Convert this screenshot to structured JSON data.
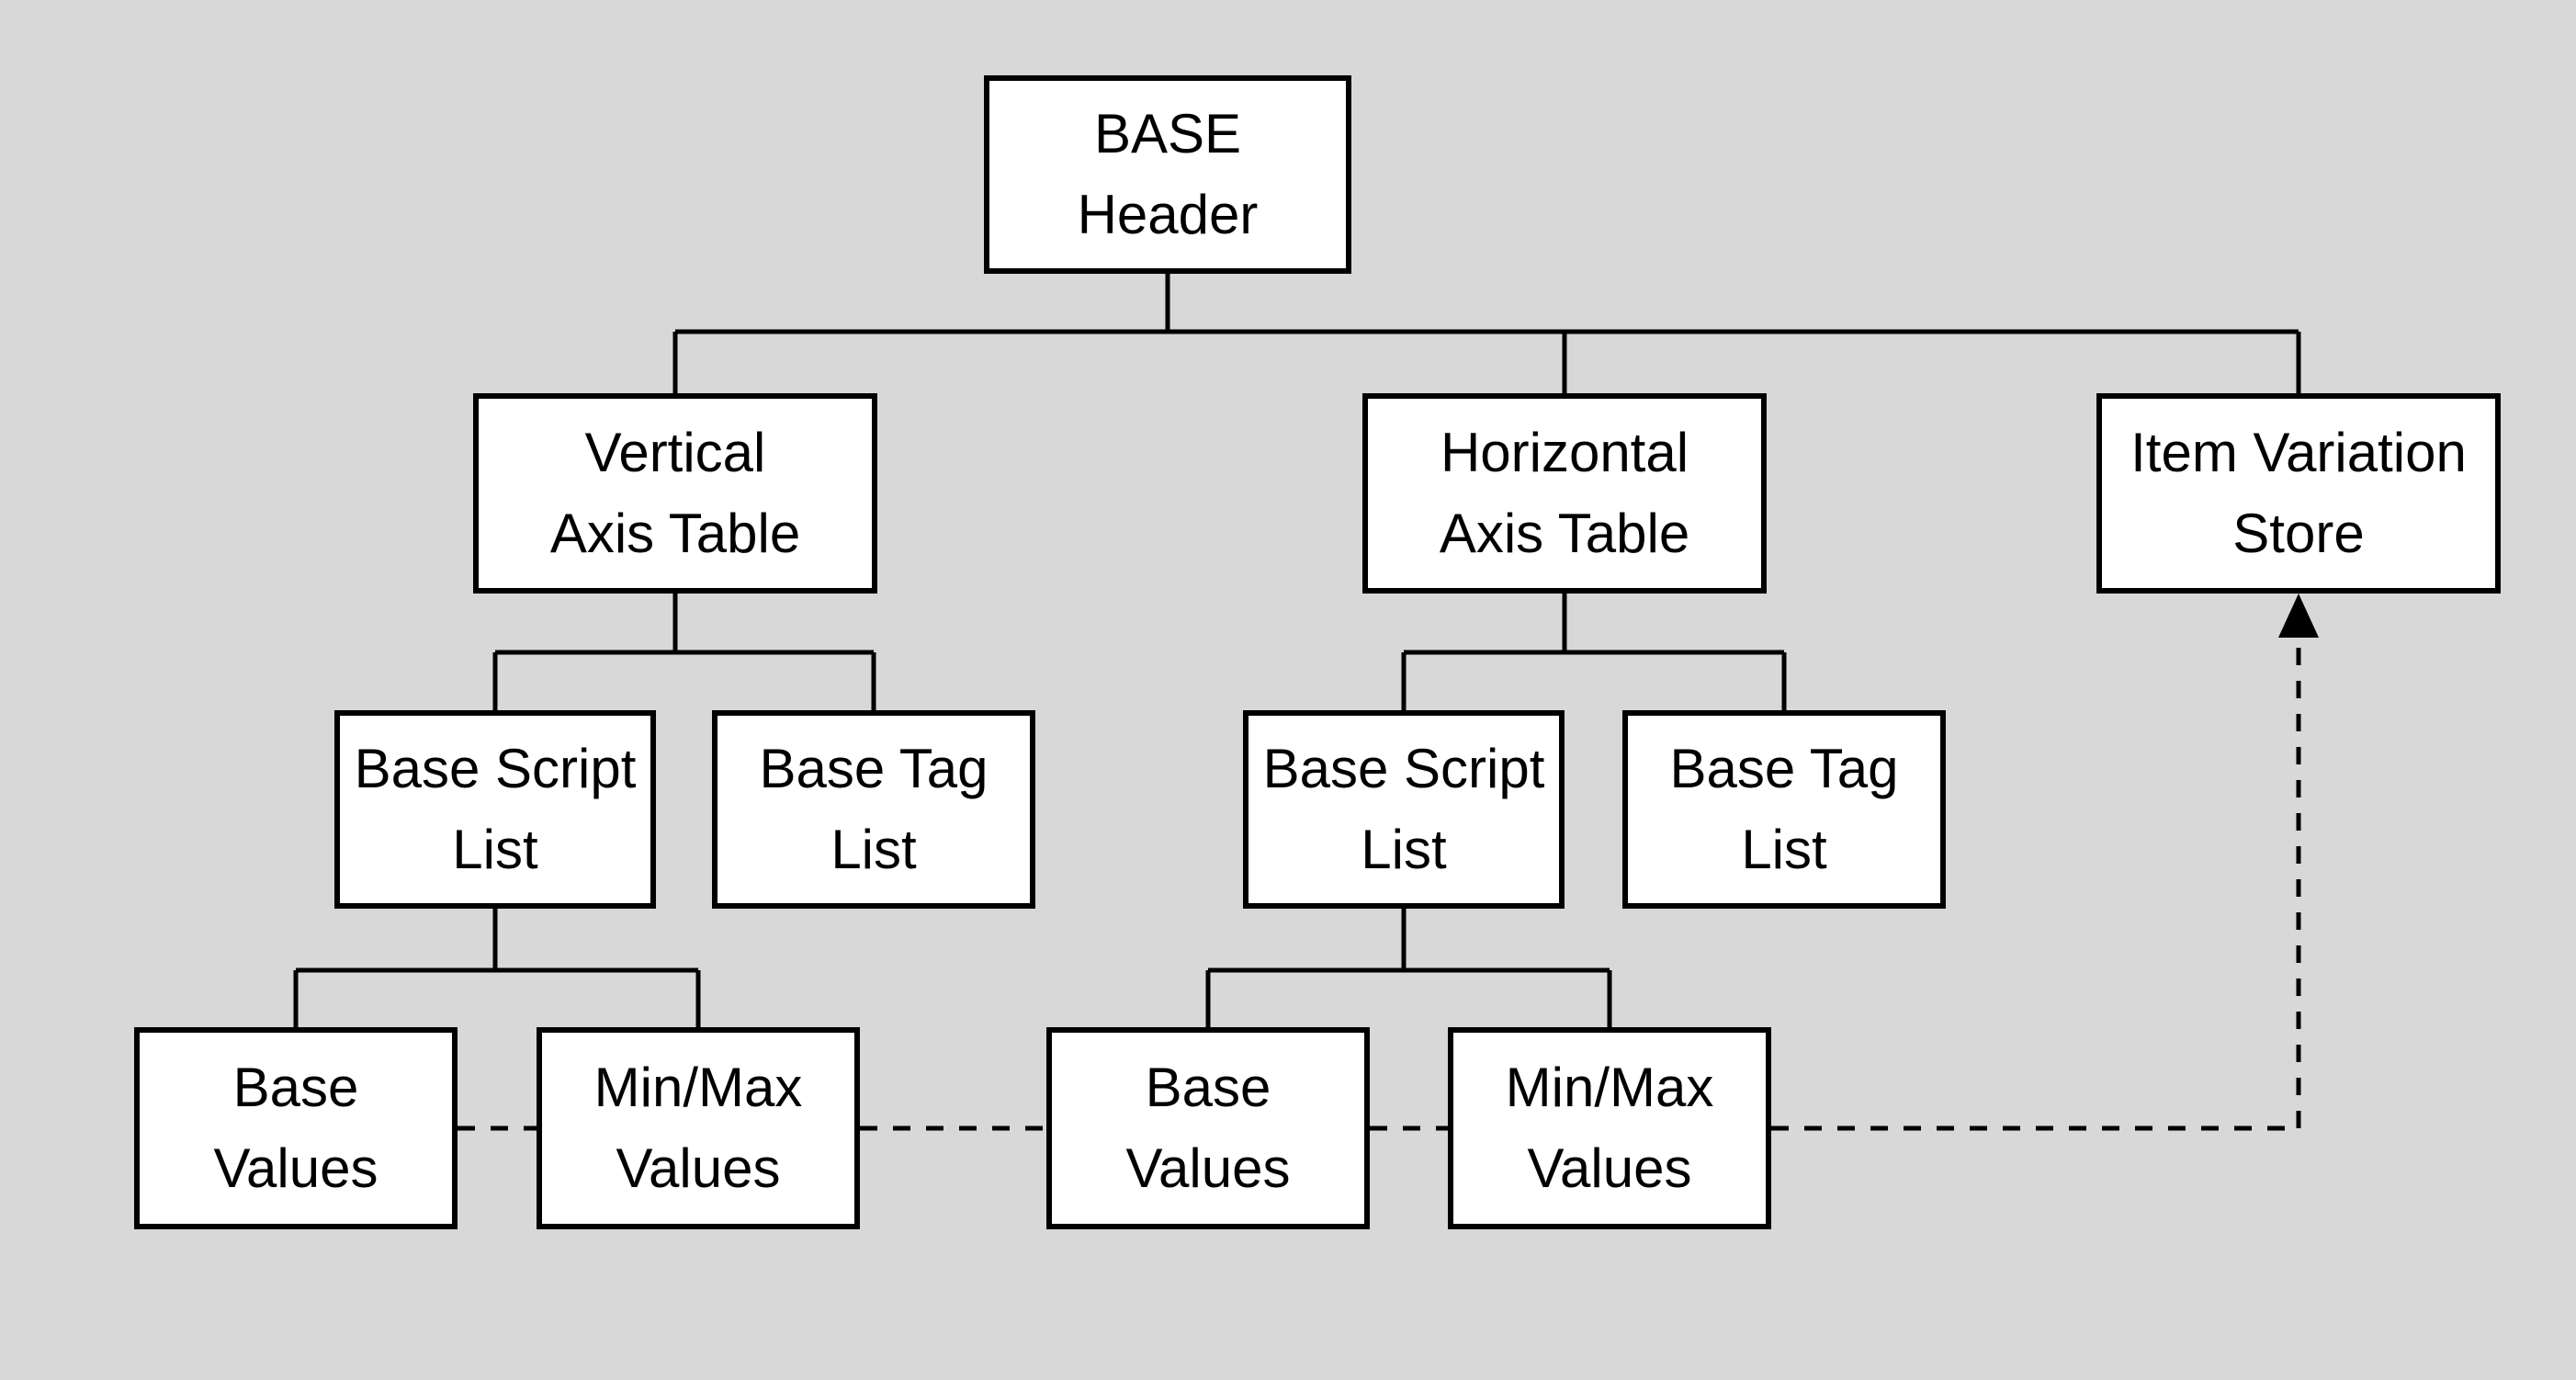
{
  "diagram": {
    "colors": {
      "background": "#d8d8d8",
      "node_fill": "#ffffff",
      "node_border": "#000000",
      "text": "#000000",
      "line": "#000000"
    },
    "nodes": {
      "base_header": {
        "label": "BASE\nHeader"
      },
      "vertical_axis_table": {
        "label": "Vertical\nAxis Table"
      },
      "horizontal_axis_table": {
        "label": "Horizontal\nAxis Table"
      },
      "item_variation_store": {
        "label": "Item Variation\nStore"
      },
      "vertical_base_script_list": {
        "label": "Base Script\nList"
      },
      "vertical_base_tag_list": {
        "label": "Base Tag\nList"
      },
      "horizontal_base_script_list": {
        "label": "Base Script\nList"
      },
      "horizontal_base_tag_list": {
        "label": "Base Tag\nList"
      },
      "vertical_base_values": {
        "label": "Base\nValues"
      },
      "vertical_minmax_values": {
        "label": "Min/Max\nValues"
      },
      "horizontal_base_values": {
        "label": "Base\nValues"
      },
      "horizontal_minmax_values": {
        "label": "Min/Max\nValues"
      }
    },
    "edges": {
      "solid": [
        {
          "from": "base_header",
          "to": "vertical_axis_table"
        },
        {
          "from": "base_header",
          "to": "horizontal_axis_table"
        },
        {
          "from": "base_header",
          "to": "item_variation_store"
        },
        {
          "from": "vertical_axis_table",
          "to": "vertical_base_script_list"
        },
        {
          "from": "vertical_axis_table",
          "to": "vertical_base_tag_list"
        },
        {
          "from": "horizontal_axis_table",
          "to": "horizontal_base_script_list"
        },
        {
          "from": "horizontal_axis_table",
          "to": "horizontal_base_tag_list"
        },
        {
          "from": "vertical_base_script_list",
          "to": "vertical_base_values"
        },
        {
          "from": "vertical_base_script_list",
          "to": "vertical_minmax_values"
        },
        {
          "from": "horizontal_base_script_list",
          "to": "horizontal_base_values"
        },
        {
          "from": "horizontal_base_script_list",
          "to": "horizontal_minmax_values"
        }
      ],
      "dashed": [
        {
          "from": "vertical_base_values",
          "to": "vertical_minmax_values"
        },
        {
          "from": "vertical_minmax_values",
          "to": "horizontal_base_values"
        },
        {
          "from": "horizontal_base_values",
          "to": "horizontal_minmax_values"
        },
        {
          "from": "horizontal_minmax_values",
          "to": "item_variation_store",
          "arrow": "to"
        }
      ]
    }
  }
}
